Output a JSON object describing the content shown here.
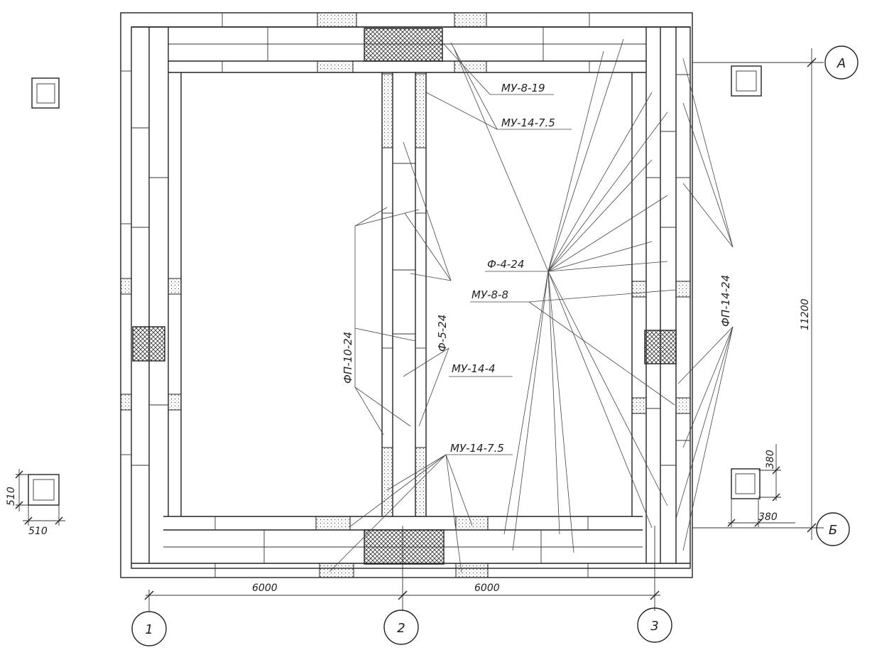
{
  "labels": {
    "mu_8_19": "МУ-8-19",
    "mu_14_75_top": "МУ-14-7.5",
    "f_4_24": "Ф-4-24",
    "mu_8_8": "МУ-8-8",
    "mu_14_4": "МУ-14-4",
    "mu_14_75_bottom": "МУ-14-7.5",
    "fp_10_24": "ФП-10-24",
    "f_5_24": "Ф-5-24",
    "fp_14_24": "ФП-14-24"
  },
  "dimensions": {
    "span_1_2": "6000",
    "span_2_3": "6000",
    "overall_depth": "11200",
    "pier_height": "380",
    "pier_width": "380",
    "pad_height": "510",
    "pad_width": "510"
  },
  "axes": {
    "col_1": "1",
    "col_2": "2",
    "col_3": "3",
    "row_a": "А",
    "row_b": "Б"
  }
}
